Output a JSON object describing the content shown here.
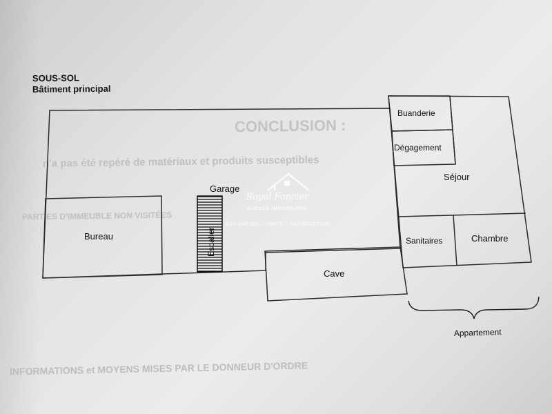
{
  "document": {
    "title": "SOUS-SOL",
    "subtitle": "Bâtiment principal"
  },
  "rooms": {
    "garage": "Garage",
    "bureau": "Bureau",
    "escalier": "Escalier",
    "cave": "Cave",
    "buanderie": "Buanderie",
    "degagement": "Dégagement",
    "sejour": "Séjour",
    "sanitaires": "Sanitaires",
    "chambre": "Chambre"
  },
  "brace_label": "Appartement",
  "watermark": {
    "name": "Royal Foncier",
    "tagline": "AGENCE IMMOBILIERE",
    "services": "ESTIMATION – VENTE – SATISFACTION"
  },
  "bleed_through": {
    "heading": "CONCLUSION :",
    "line1": "n'a pas été repéré de matériaux et produits susceptibles",
    "section": "PARTIES D'IMMEUBLE NON VISITÉES",
    "footer": "INFORMATIONS et MOYENS MISES PAR LE DONNEUR D'ORDRE"
  }
}
